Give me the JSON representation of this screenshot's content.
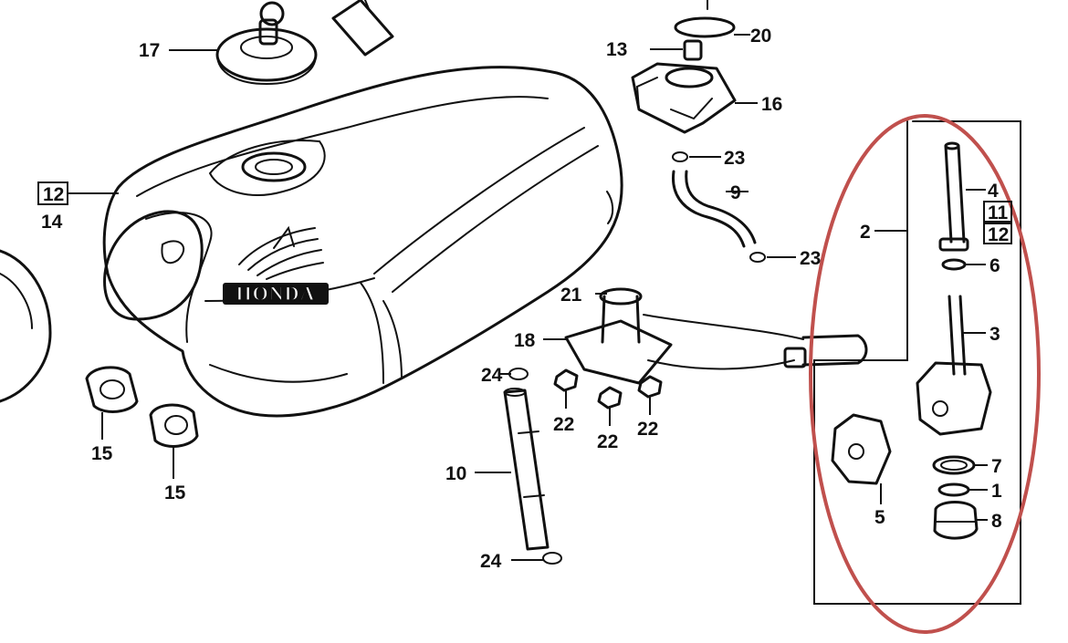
{
  "diagram": {
    "brand_mark": "HONDA",
    "highlight_color": "#c0504d",
    "labels": {
      "p1": "1",
      "p2": "2",
      "p3": "3",
      "p4": "4",
      "p5": "5",
      "p6": "6",
      "p7": "7",
      "p8": "8",
      "p9": "9",
      "p10": "10",
      "p11": "11",
      "p12a": "12",
      "p12b": "12",
      "p13": "13",
      "p14": "14",
      "p15a": "15",
      "p15b": "15",
      "p16": "16",
      "p17": "17",
      "p18": "18",
      "p20": "20",
      "p21": "21",
      "p22a": "22",
      "p22b": "22",
      "p22c": "22",
      "p23a": "23",
      "p23b": "23",
      "p24a": "24",
      "p24b": "24"
    }
  }
}
